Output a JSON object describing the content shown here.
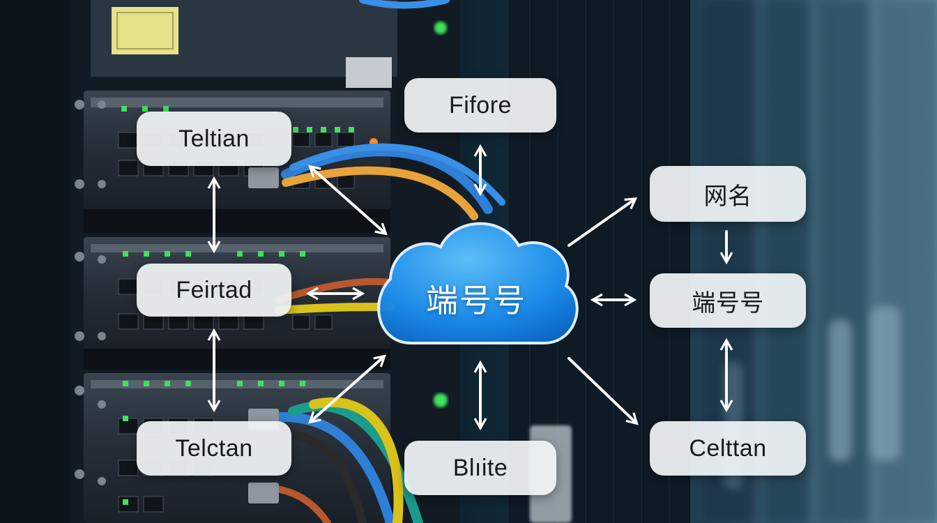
{
  "diagram": {
    "center_node": {
      "label": "端号号",
      "color": "#1e90ef"
    },
    "nodes": {
      "top_left": "Teltian",
      "mid_left": "Feirtad",
      "bot_left": "Telctan",
      "top_center": "Fifore",
      "bot_center": "Blıite",
      "top_right": "网名",
      "mid_right": "端号号",
      "bot_right": "Celttan"
    },
    "arrow_color": "#ffffff",
    "label_background": "#f0f4f6"
  },
  "scene": {
    "background": "server rack in data center",
    "cable_colors": [
      "#2f7fd6",
      "#e8a23a",
      "#d9c21c",
      "#1a9c8c",
      "#2a2a2a",
      "#b8582e"
    ],
    "led_color": "#3fe05a"
  }
}
